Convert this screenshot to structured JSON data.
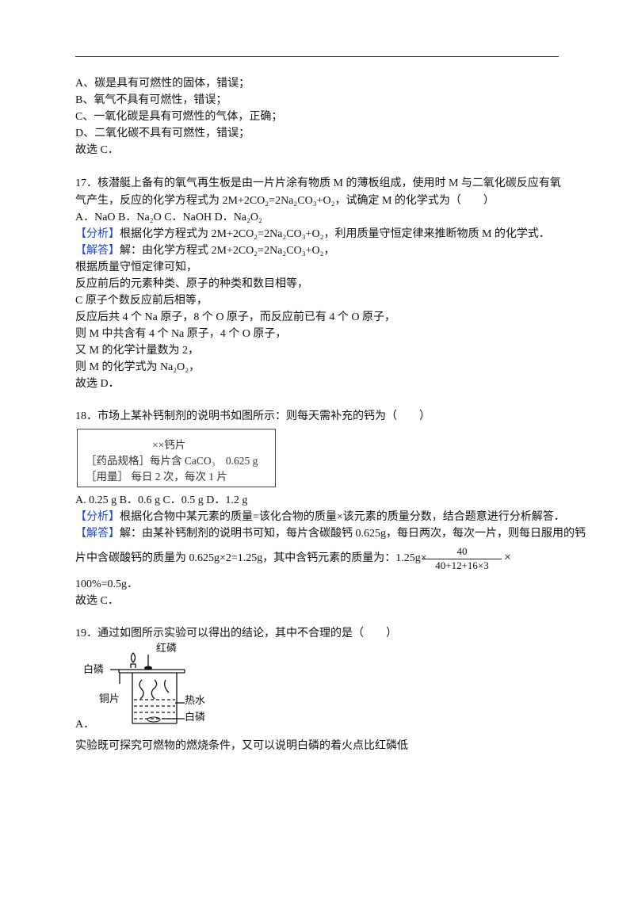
{
  "q16": {
    "lines": [
      "A、碳是具有可燃性的固体，错误；",
      "B、氧气不具有可燃性，错误；",
      "C、一氧化碳是具有可燃性的气体，正确；",
      "D、二氧化碳不具有可燃性，错误；",
      "故选 C．"
    ]
  },
  "q17": {
    "stem": [
      "17．核潜艇上备有的氧气再生板是由一片片涂有物质 M 的薄板组成，使用时 M 与二氧化碳反应有氧",
      "气产生，反应的化学方程式为 2M+2CO₂=2Na₂CO₃+O₂，试确定 M 的化学式为（　　）"
    ],
    "options": "A．NaO B．Na₂O C．NaOH D．Na₂O₂",
    "analysis_tag": "【分析】",
    "analysis": "根据化学方程式为 2M+2CO₂=2Na₂CO₃+O₂，利用质量守恒定律来推断物质 M 的化学式．",
    "answer_tag": "【解答】",
    "answer": "解：由化学方程式 2M+2CO₂=2Na₂CO₃+O₂，",
    "steps": [
      "根据质量守恒定律可知，",
      "反应前后的元素种类、原子的种类和数目相等，",
      "C 原子个数反应前后相等，",
      "反应后共 4 个 Na 原子，8 个 O 原子，而反应前已有 4 个 O 原子，",
      "则 M 中共含有 4 个 Na 原子，4 个 O 原子，",
      "又 M 的化学计量数为 2，",
      "则 M 的化学式为 Na₂O₂，",
      "故选 D．"
    ]
  },
  "q18": {
    "stem": "18．市场上某补钙制剂的说明书如图所示：则每天需补充的钙为（　　）",
    "label": {
      "title": "××钙片",
      "spec": "［药品规格］每片含 CaCO₃　0.625 g",
      "dose": "［用量］ 每日 2 次，每次 1 片"
    },
    "options": "A. 0.25 g B．0.6 g C．0.5 g D．1.2 g",
    "analysis_tag": "【分析】",
    "analysis": "根据化合物中某元素的质量=该化合物的质量×该元素的质量分数，结合题意进行分析解答．",
    "answer_tag": "【解答】",
    "answer": "解：由某补钙制剂的说明书可知，每片含碳酸钙 0.625g，每日两次，每次一片，则每日服用的钙",
    "answer2": "片中含碳酸钙的质量为 0.625g×2=1.25g，其中含钙元素的质量为：1.25g×",
    "frac_num": "40",
    "frac_den": "40+12+16×3",
    "times": "×",
    "result": "100%=0.5g．",
    "choice": "故选 C．"
  },
  "q19": {
    "stem": "19．通过如图所示实验可以得出的结论，其中不合理的是（　　）",
    "figure": {
      "red_p": "红磷",
      "white_p_top": "白磷",
      "copper": "铜片",
      "hot_water": "热水",
      "white_p_bottom": "白磷"
    },
    "option_a": "A．",
    "option_a_text": "实验既可探究可燃物的燃烧条件，又可以说明白磷的着火点比红磷低"
  }
}
